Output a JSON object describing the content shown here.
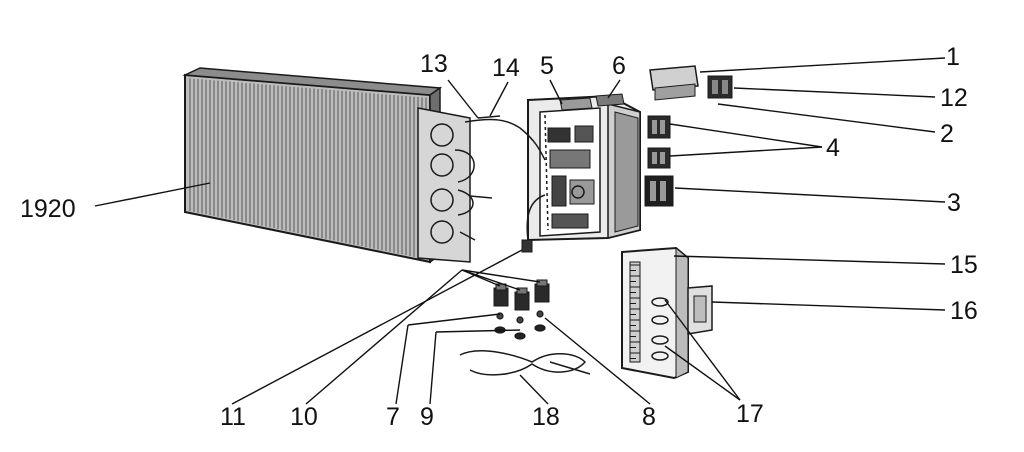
{
  "callouts": [
    {
      "id": "1",
      "text": "1"
    },
    {
      "id": "12",
      "text": "12"
    },
    {
      "id": "2",
      "text": "2"
    },
    {
      "id": "4",
      "text": "4"
    },
    {
      "id": "3",
      "text": "3"
    },
    {
      "id": "15",
      "text": "15"
    },
    {
      "id": "16",
      "text": "16"
    },
    {
      "id": "17",
      "text": "17"
    },
    {
      "id": "13",
      "text": "13"
    },
    {
      "id": "14",
      "text": "14"
    },
    {
      "id": "5",
      "text": "5"
    },
    {
      "id": "6",
      "text": "6"
    },
    {
      "id": "1920",
      "text": "1920"
    },
    {
      "id": "11",
      "text": "11"
    },
    {
      "id": "10",
      "text": "10"
    },
    {
      "id": "7",
      "text": "7"
    },
    {
      "id": "9",
      "text": "9"
    },
    {
      "id": "18",
      "text": "18"
    },
    {
      "id": "8",
      "text": "8"
    }
  ]
}
